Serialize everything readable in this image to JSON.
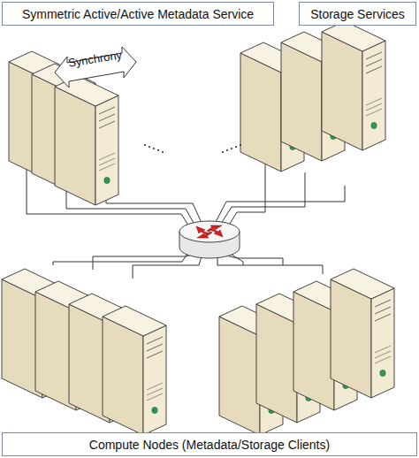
{
  "diagram": {
    "nodes": [
      {
        "text": [
          "Symmetric Active/Active Metadata Service"
        ]
      },
      {
        "text": [
          "Storage Services"
        ]
      },
      {
        "text": [
          "Compute Nodes (Metadata/Storage Clients)"
        ]
      }
    ],
    "labels": [
      "Synchrony"
    ]
  }
}
